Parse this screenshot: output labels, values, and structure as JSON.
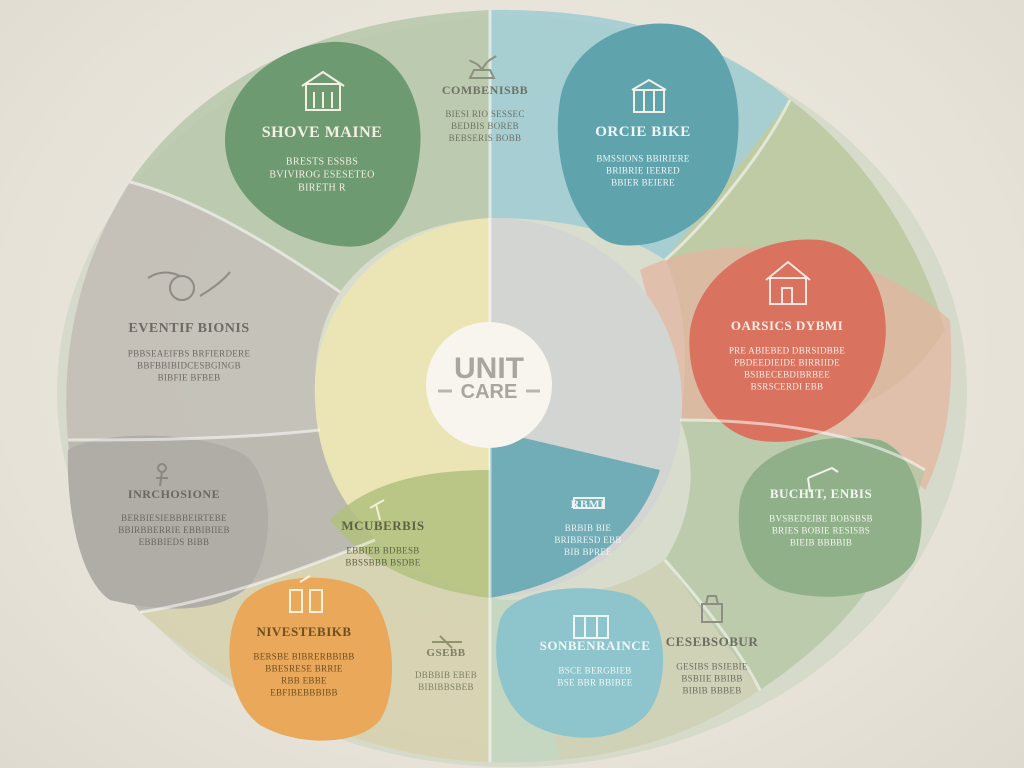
{
  "colors": {
    "background": "#e8e4da",
    "green": "#6e9a72",
    "teal": "#5fa3ad",
    "coral": "#d9735f",
    "orange": "#e9a85a",
    "gray": "#b4b0a9",
    "sage": "#8fb088",
    "light_blue": "#8ec4cc",
    "olive": "#aab87a",
    "center_yellow": "#ece5b6",
    "center_gray": "#d3d5d2"
  },
  "center": {
    "line1": "UNIT",
    "line2": "CARE"
  },
  "segments": [
    {
      "id": "top-left",
      "icon": "building-icon",
      "title": "SHOVE MAINE",
      "lines": [
        "BRESTS ESSBS",
        "BVIVIROG ESESETEO",
        "BIRETH R"
      ]
    },
    {
      "id": "top-center",
      "icon": "plant-icon",
      "title": "COMBENISBB",
      "lines": [
        "BIESI RIO SESSEC",
        "BEDBIS BOREB",
        "BEBSERIS BOBB"
      ]
    },
    {
      "id": "top-right",
      "icon": "archive-icon",
      "title": "ORCIE BIKE",
      "lines": [
        "BMSSIONS BBIRIERE",
        "BRIBRIE IEERED",
        "BBIER BEIERE"
      ]
    },
    {
      "id": "right-upper",
      "icon": "house-icon",
      "title": "OARSICS DYBMI",
      "lines": [
        "PRE ABIEBED DBRSIDBBE",
        "PBDEEDIEIDE BIRRIIDE",
        "BSIBECEBDIBRBEE",
        "BSRSCERDI EBB"
      ]
    },
    {
      "id": "left-upper",
      "icon": "hands-icon",
      "title": "EVENTIF BIONIS",
      "lines": [
        "PBBSEAEIFBS BRFIERDERE",
        "BBFBBIBIDCESBGINGB",
        "BIBFIE BFBEB"
      ]
    },
    {
      "id": "right-lower",
      "icon": "chair-icon",
      "title": "BUCHIT, ENBIS",
      "lines": [
        "BVSBEDEIBE BOBSBSB",
        "BRIES BOBIE RESISBS",
        "BIEIB BBBBIB"
      ]
    },
    {
      "id": "left-lower",
      "icon": "walker-icon",
      "title": "INRCHOSIONE",
      "lines": [
        "BERBIESIEBBBEIRTEBE",
        "BBIRBBERRIE EBBIBIIEB",
        "EBBBIEDS BIBB"
      ]
    },
    {
      "id": "inner-left",
      "icon": "hammer-icon",
      "title": "MCUBERBIS",
      "lines": [
        "EBBIEB BDBESB",
        "BBSSBBB BSDBE"
      ]
    },
    {
      "id": "inner-right",
      "icon": "bed-icon",
      "title": "RBMI",
      "lines": [
        "BRBIB BIE",
        "BRIBRESD EBB",
        "BIB BPREE"
      ]
    },
    {
      "id": "bottom-left",
      "icon": "cups-icon",
      "title": "NIVESTEBIKB",
      "lines": [
        "BERSBE BIBRERBBIBB",
        "BBESRESE BRRIE",
        "RBB EBBE",
        "EBFIBEBBBIBB"
      ]
    },
    {
      "id": "bottom-center-left",
      "icon": "tools-icon",
      "title": "GSEBB",
      "lines": [
        "DBBBIB EBEB",
        "BIBIBBSBEB"
      ]
    },
    {
      "id": "bottom-center",
      "icon": "box-icon",
      "title": "SONBENRAINCE",
      "lines": [
        "BSCE BERGBIEB",
        "BSE BBR BBIBEE"
      ]
    },
    {
      "id": "bottom-right",
      "icon": "bag-icon",
      "title": "CESEBSOBUR",
      "lines": [
        "GESIBS BSIEBIE",
        "BSBIIE BBIBB",
        "BIBIB BBBEB"
      ]
    }
  ]
}
